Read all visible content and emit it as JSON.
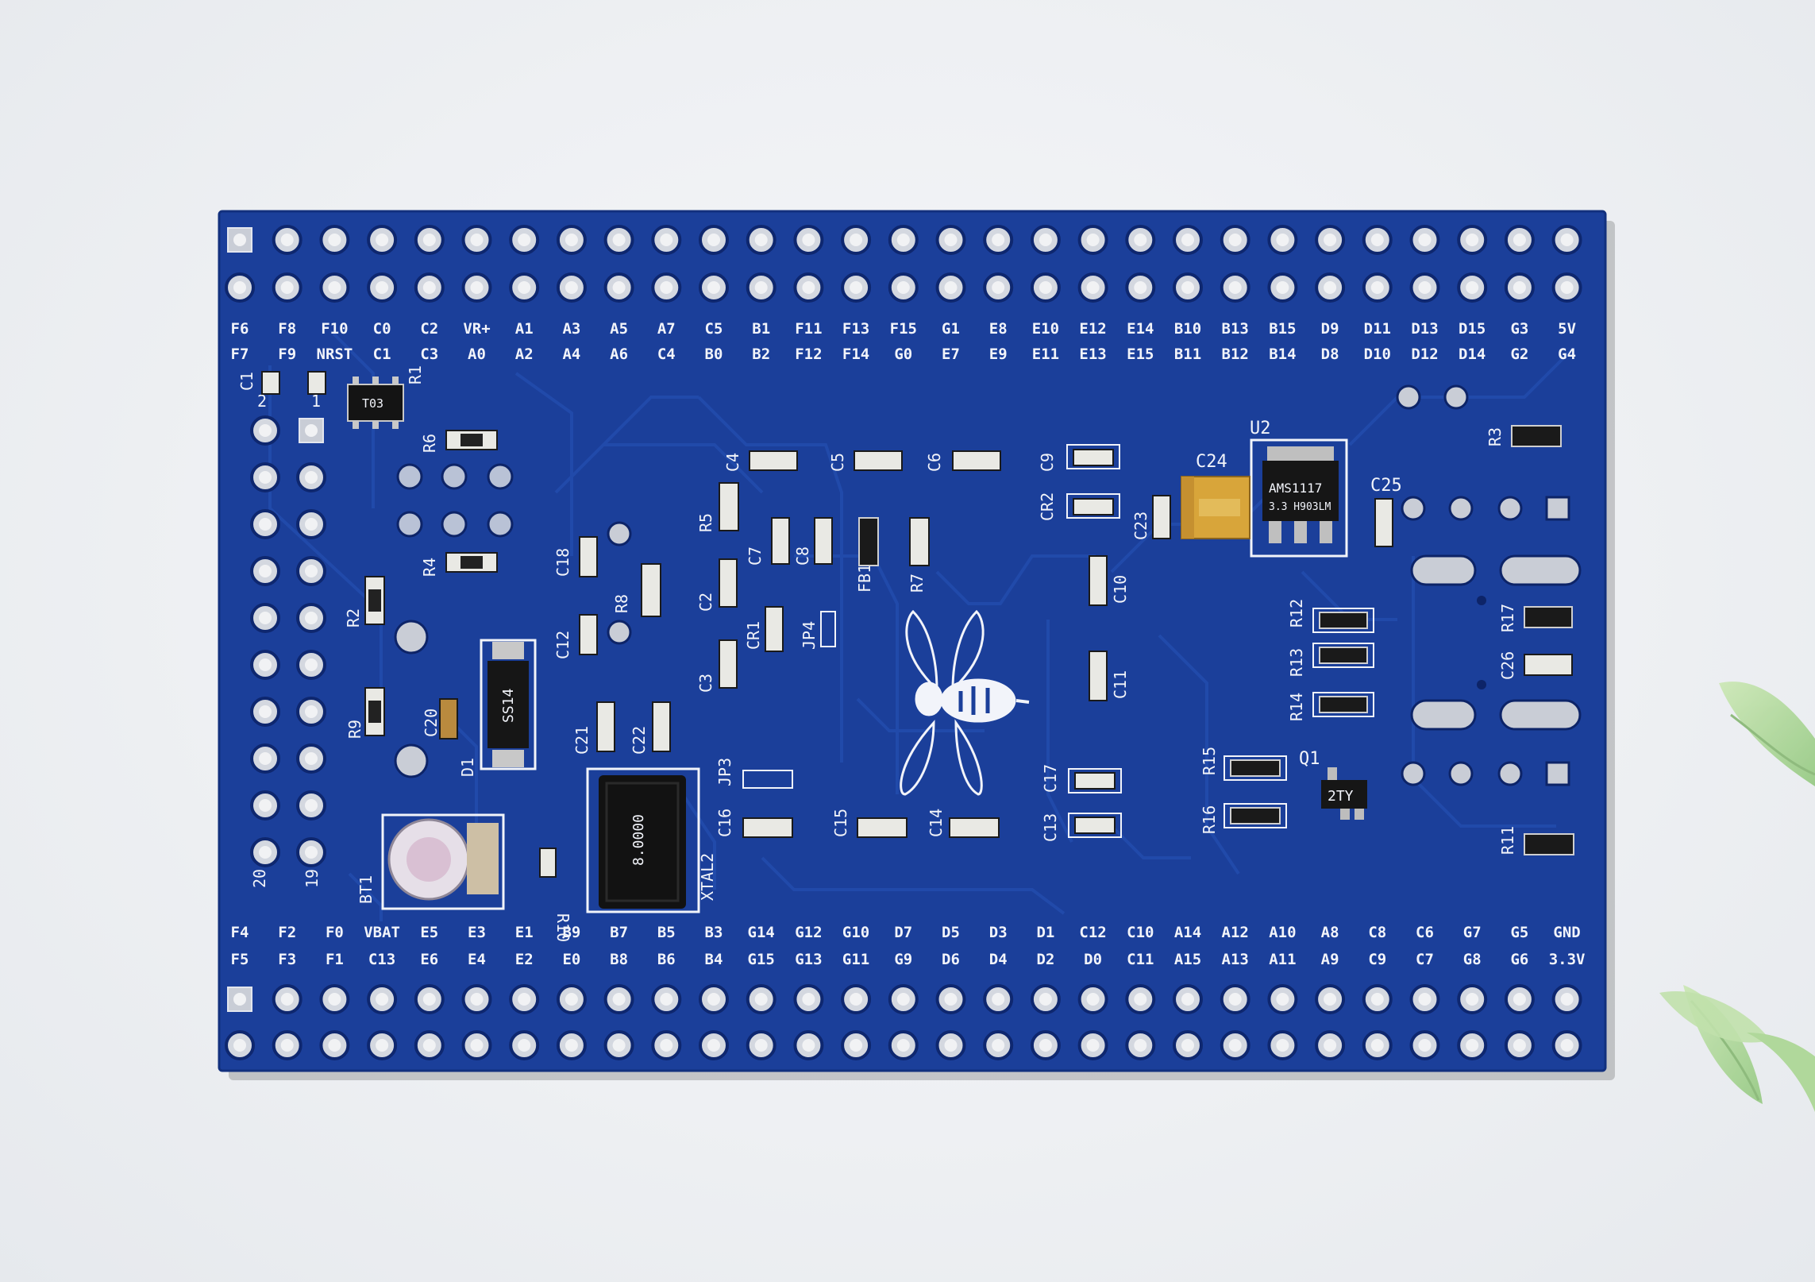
{
  "board": {
    "color": "#1b3f9a",
    "silkscreen_color": "#f2f4fa",
    "top_labels_row1": [
      "F6",
      "F8",
      "F10",
      "C0",
      "C2",
      "VR+",
      "A1",
      "A3",
      "A5",
      "A7",
      "C5",
      "B1",
      "F11",
      "F13",
      "F15",
      "G1",
      "E8",
      "E10",
      "E12",
      "E14",
      "B10",
      "B13",
      "B15",
      "D9",
      "D11",
      "D13",
      "D15",
      "G3",
      "5V"
    ],
    "top_labels_row2": [
      "F7",
      "F9",
      "NRST",
      "C1",
      "C3",
      "A0",
      "A2",
      "A4",
      "A6",
      "C4",
      "B0",
      "B2",
      "F12",
      "F14",
      "G0",
      "E7",
      "E9",
      "E11",
      "E13",
      "E15",
      "B11",
      "B12",
      "B14",
      "D8",
      "D10",
      "D12",
      "D14",
      "G2",
      "G4"
    ],
    "bottom_labels_row1": [
      "F4",
      "F2",
      "F0",
      "VBAT",
      "E5",
      "E3",
      "E1",
      "B9",
      "B7",
      "B5",
      "B3",
      "G14",
      "G12",
      "G10",
      "D7",
      "D5",
      "D3",
      "D1",
      "C12",
      "C10",
      "A14",
      "A12",
      "A10",
      "A8",
      "C8",
      "C6",
      "G7",
      "G5",
      "GND"
    ],
    "bottom_labels_row2": [
      "F5",
      "F3",
      "F1",
      "C13",
      "E6",
      "E4",
      "E2",
      "E0",
      "B8",
      "B6",
      "B4",
      "G15",
      "G13",
      "G11",
      "G9",
      "D6",
      "D4",
      "D2",
      "D0",
      "C11",
      "A15",
      "A13",
      "A11",
      "A9",
      "C9",
      "C7",
      "G8",
      "G6",
      "3.3V"
    ],
    "components": {
      "u2": "U2",
      "c24": "C24",
      "c25": "C25",
      "c23": "C23",
      "ams": "AMS1117",
      "ams_sub": "3.3 H903LM",
      "c1": "C1",
      "r1": "R1",
      "t03": "T03",
      "r6": "R6",
      "r4": "R4",
      "r2": "R2",
      "r9": "R9",
      "c20": "C20",
      "d1": "D1",
      "c18": "C18",
      "c12": "C12",
      "r8": "R8",
      "c21": "C21",
      "c22": "C22",
      "c4": "C4",
      "c5": "C5",
      "c6": "C6",
      "c9": "C9",
      "cr2": "CR2",
      "r5": "R5",
      "c7": "C7",
      "c8": "C8",
      "fb1": "FB1",
      "r7": "R7",
      "c2": "C2",
      "cr1": "CR1",
      "jp4": "JP4",
      "c3": "C3",
      "c10": "C10",
      "c11": "C11",
      "r12": "R12",
      "r13": "R13",
      "r14": "R14",
      "r17": "R17",
      "c26": "C26",
      "r3": "R3",
      "r15": "R15",
      "r16": "R16",
      "q1": "Q1",
      "r11": "R11",
      "c17": "C17",
      "c13": "C13",
      "c14": "C14",
      "c15": "C15",
      "c16": "C16",
      "jp3": "JP3",
      "xtal2": "XTAL2",
      "r10": "R10",
      "bt1": "BT1",
      "num20": "20",
      "num19": "19",
      "num2": "2",
      "num1": "1",
      "q1_mark": "2TY",
      "d1_mark": "SS14"
    }
  }
}
